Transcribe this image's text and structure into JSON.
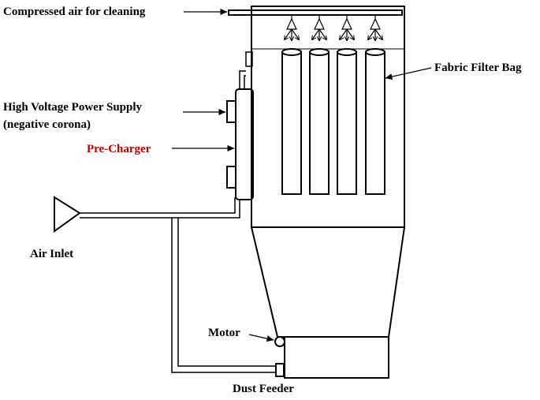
{
  "labels": {
    "compressed_air": "Compressed  air for cleaning",
    "fabric_filter_bag": "Fabric  Filter Bag",
    "hv_power_supply": "High Voltage Power Supply",
    "hv_power_supply_note": "(negative corona)",
    "pre_charger": "Pre-Charger",
    "air_inlet": "Air Inlet",
    "motor": "Motor",
    "dust_feeder": "Dust Feeder"
  },
  "colors": {
    "line": "#000000",
    "pre_charger_text": "#c00000"
  }
}
